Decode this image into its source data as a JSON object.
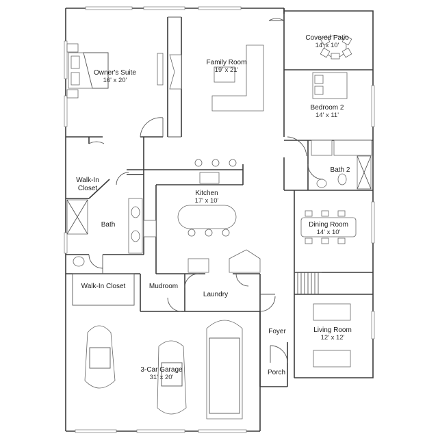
{
  "rooms": {
    "owners_suite": {
      "name": "Owner's Suite",
      "dims": "16' x 20'"
    },
    "family_room": {
      "name": "Family Room",
      "dims": "19' x 21'"
    },
    "covered_patio": {
      "name": "Covered Patio",
      "dims": "14' x 10'"
    },
    "bedroom_2": {
      "name": "Bedroom 2",
      "dims": "14' x 11'"
    },
    "bath_2": {
      "name": "Bath 2"
    },
    "walk_in_closet_upper": {
      "name": "Walk-In\nCloset"
    },
    "kitchen": {
      "name": "Kitchen",
      "dims": "17' x 10'"
    },
    "bath": {
      "name": "Bath"
    },
    "dining_room": {
      "name": "Dining Room",
      "dims": "14' x 10'"
    },
    "walk_in_closet_lower": {
      "name": "Walk-In Closet"
    },
    "mudroom": {
      "name": "Mudroom"
    },
    "laundry": {
      "name": "Laundry"
    },
    "foyer": {
      "name": "Foyer"
    },
    "living_room": {
      "name": "Living Room",
      "dims": "12' x 12'"
    },
    "garage": {
      "name": "3-Car Garage",
      "dims": "31' x 20'"
    },
    "porch": {
      "name": "Porch"
    }
  }
}
